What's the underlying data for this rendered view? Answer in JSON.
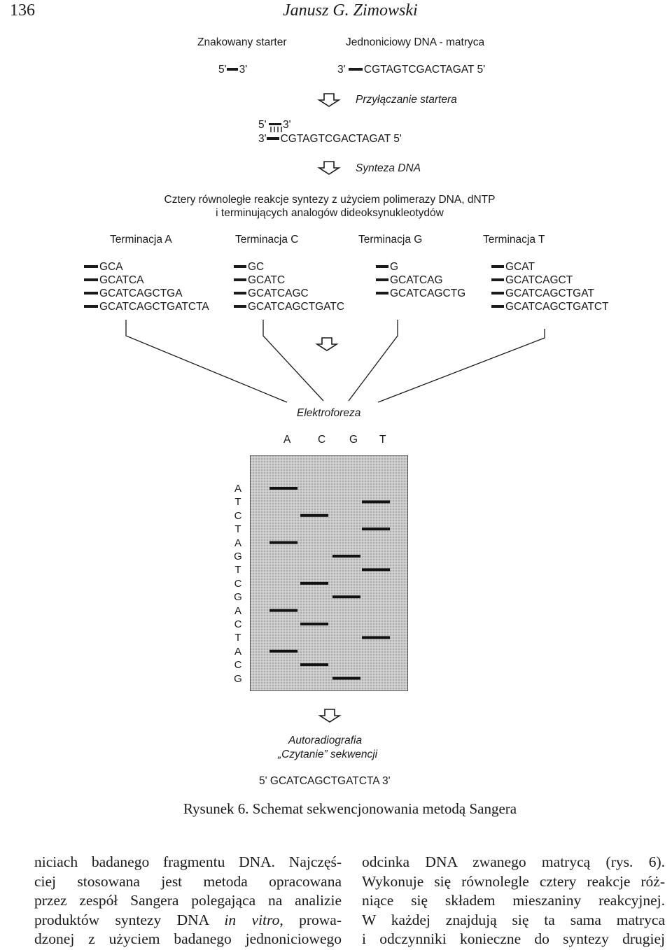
{
  "header": {
    "page_number": "136",
    "author": "Janusz G. Zimowski"
  },
  "figure": {
    "labeled_primer": "Znakowany starter",
    "template_label": "Jednoniciowy DNA - matryca",
    "primer_5": "5'",
    "primer_3": "3'",
    "template_3": "3'",
    "template_seq": "CGTAGTCGACTAGAT 5'",
    "step_annealing": "Przyłączanie startera",
    "annealed_top_5": "5'",
    "annealed_top_3": "3'",
    "annealed_bottom_3": "3'",
    "annealed_bottom_seq": "CGTAGTCGACTAGAT 5'",
    "step_synthesis": "Synteza DNA",
    "reactions_line1": "Cztery równoległe reakcje syntezy z użyciem polimerazy DNA, dNTP",
    "reactions_line2": "i terminujących analogów dideoksynukleotydów",
    "terminations": [
      {
        "title": "Terminacja A",
        "fragments": [
          "GCA",
          "GCATCA",
          "GCATCAGCTGA",
          "GCATCAGCTGATCTA"
        ]
      },
      {
        "title": "Terminacja C",
        "fragments": [
          "GC",
          "GCATC",
          "GCATCAGC",
          "GCATCAGCTGATC"
        ]
      },
      {
        "title": "Terminacja G",
        "fragments": [
          "G",
          "GCATCAG",
          "GCATCAGCTG"
        ]
      },
      {
        "title": "Terminacja T",
        "fragments": [
          "GCAT",
          "GCATCAGCT",
          "GCATCAGCTGAT",
          "GCATCAGCTGATCT"
        ]
      }
    ],
    "step_electrophoresis": "Elektroforeza",
    "gel_lanes": [
      "A",
      "C",
      "G",
      "T"
    ],
    "gel_ladder": [
      "A",
      "T",
      "C",
      "T",
      "A",
      "G",
      "T",
      "C",
      "G",
      "A",
      "C",
      "T",
      "A",
      "C",
      "G"
    ],
    "step_autoradiography": "Autoradiografia",
    "step_reading": "„Czytanie” sekwencji",
    "result_sequence": "5' GCATCAGCTGATCTA 3'"
  },
  "caption": "Rysunek 6. Schemat sekwencjonowania metodą Sangera",
  "body_left": [
    "niciach badanego fragmentu DNA. Najczęś-",
    "ciej stosowana jest metoda opracowana",
    "przez zespół Sangera polegająca na analizie",
    [
      "produktów syntezy DNA ",
      "in vitro",
      ", prowa-"
    ],
    "dzonej z użyciem badanego jednoniciowego"
  ],
  "body_right": [
    "odcinka DNA zwanego matrycą (rys. 6).",
    "Wykonuje się równolegle cztery reakcje róż-",
    "niące się składem mieszaniny reakcyjnej.",
    "W każdej znajdują się ta sama matryca",
    "i odczynniki konieczne do syntezy drugiej"
  ],
  "body_left_3": {
    "a": "produktów syntezy DNA ",
    "b": "in vitro",
    "c": ", prowa-"
  }
}
